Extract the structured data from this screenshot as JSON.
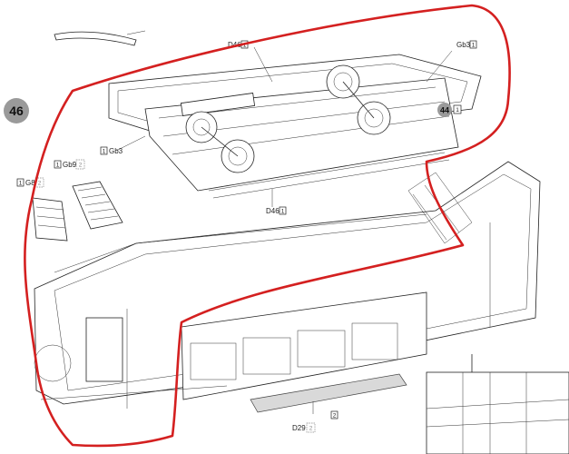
{
  "step": {
    "number": "46",
    "color": "#9a9a9a"
  },
  "sub_step": {
    "number": "44",
    "qty": "1"
  },
  "parts": {
    "d46_top": {
      "code": "D46",
      "qty": "1"
    },
    "d46_bottom": {
      "code": "D46",
      "qty": "1"
    },
    "gb3_right": {
      "code": "Gb3",
      "qty": "1"
    },
    "gb3_left": {
      "code": "Gb3",
      "qty": "1"
    },
    "gb9": {
      "code": "Gb9",
      "qty": "2"
    },
    "g8": {
      "code": "G8",
      "qty": "2"
    },
    "d29": {
      "code": "D29",
      "qty": "2"
    },
    "d29_marker": {
      "qty": "2"
    }
  },
  "colors": {
    "annotation": "#d42020",
    "ink": "#222222",
    "highlight": "#d9d9d9"
  }
}
